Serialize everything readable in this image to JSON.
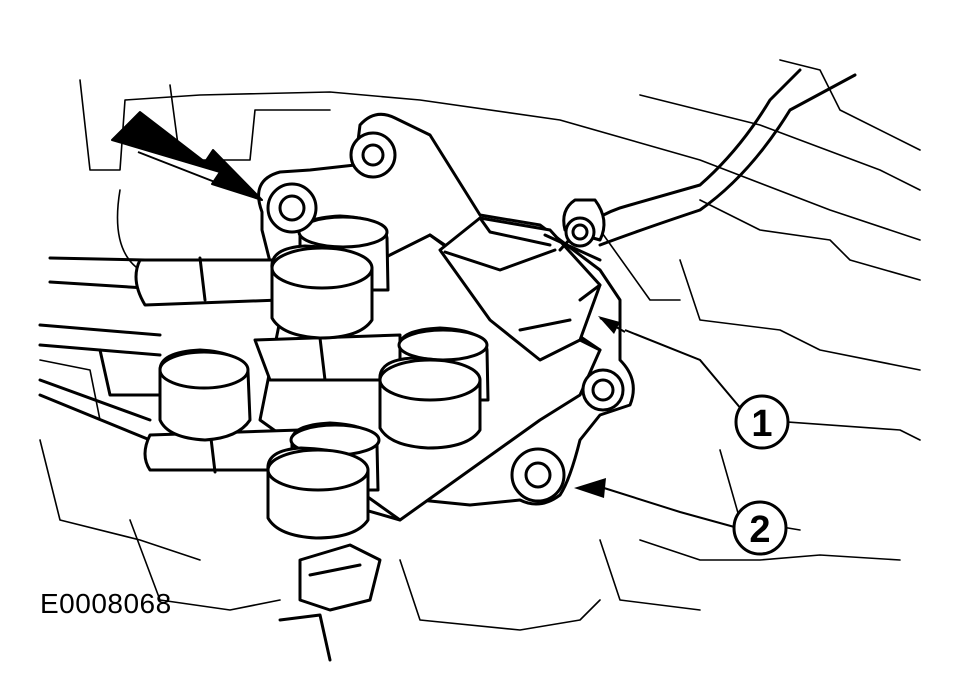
{
  "figure": {
    "code": "E0008068",
    "callouts": [
      {
        "id": "1",
        "label": "1"
      },
      {
        "id": "2",
        "label": "2"
      }
    ]
  },
  "colors": {
    "line": "#000000",
    "background": "#ffffff"
  }
}
